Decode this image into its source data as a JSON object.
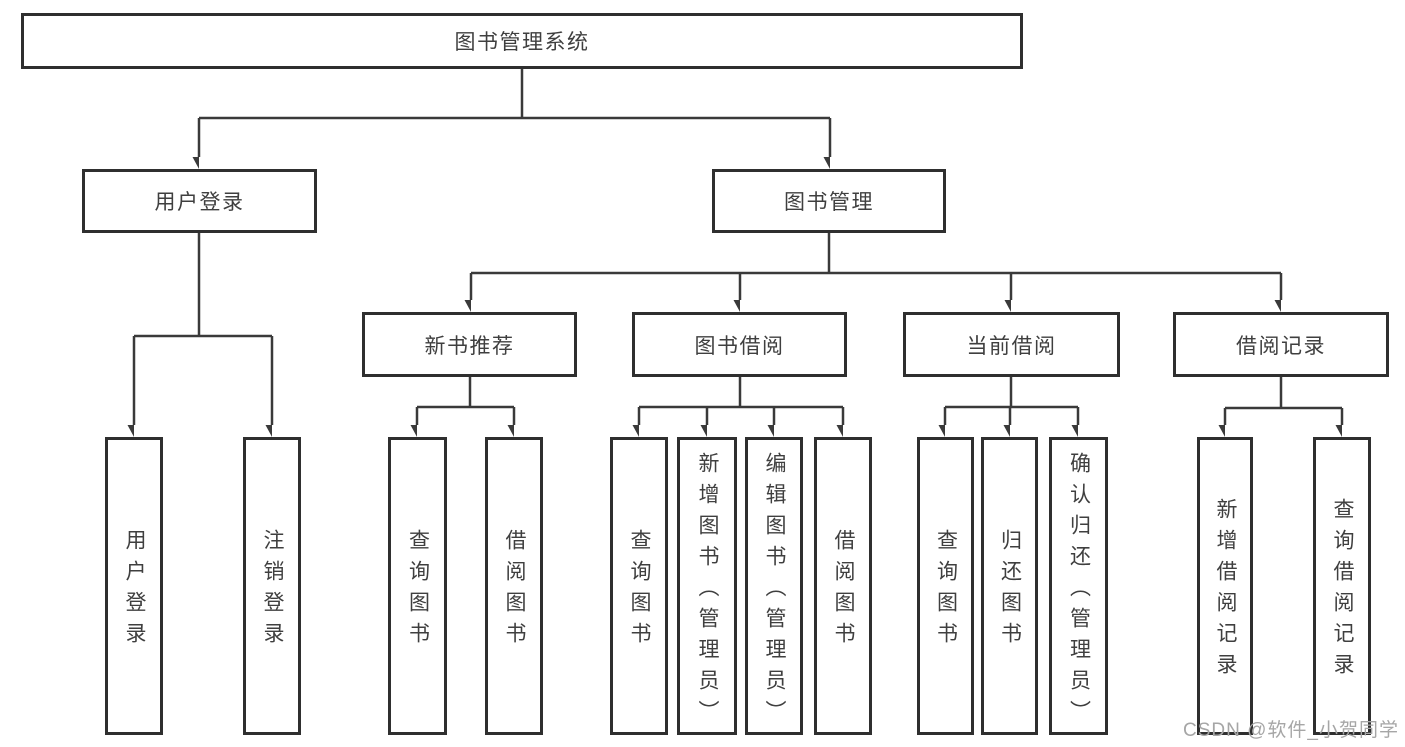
{
  "diagram": {
    "root": "图书管理系统",
    "level2": {
      "user_login": "用户登录",
      "book_management": "图书管理"
    },
    "level3": {
      "new_book_recommend": "新书推荐",
      "book_borrow": "图书借阅",
      "current_borrow": "当前借阅",
      "borrow_records": "借阅记录"
    },
    "leaves": {
      "user_login": [
        "用户登录",
        "注销登录"
      ],
      "new_book_recommend": [
        "查询图书",
        "借阅图书"
      ],
      "book_borrow": [
        "查询图书",
        "新增图书（管理员）",
        "编辑图书（管理员）",
        "借阅图书"
      ],
      "current_borrow": [
        "查询图书",
        "归还图书",
        "确认归还（管理员）"
      ],
      "borrow_records": [
        "新增借阅记录",
        "查询借阅记录"
      ]
    },
    "watermark": "CSDN @软件_小贺同学",
    "colors": {
      "line": "#3a3a3a",
      "box_border": "#2f2f2f",
      "text": "#3f3f3f",
      "watermark": "#a6a6a6",
      "background": "#ffffff"
    }
  }
}
